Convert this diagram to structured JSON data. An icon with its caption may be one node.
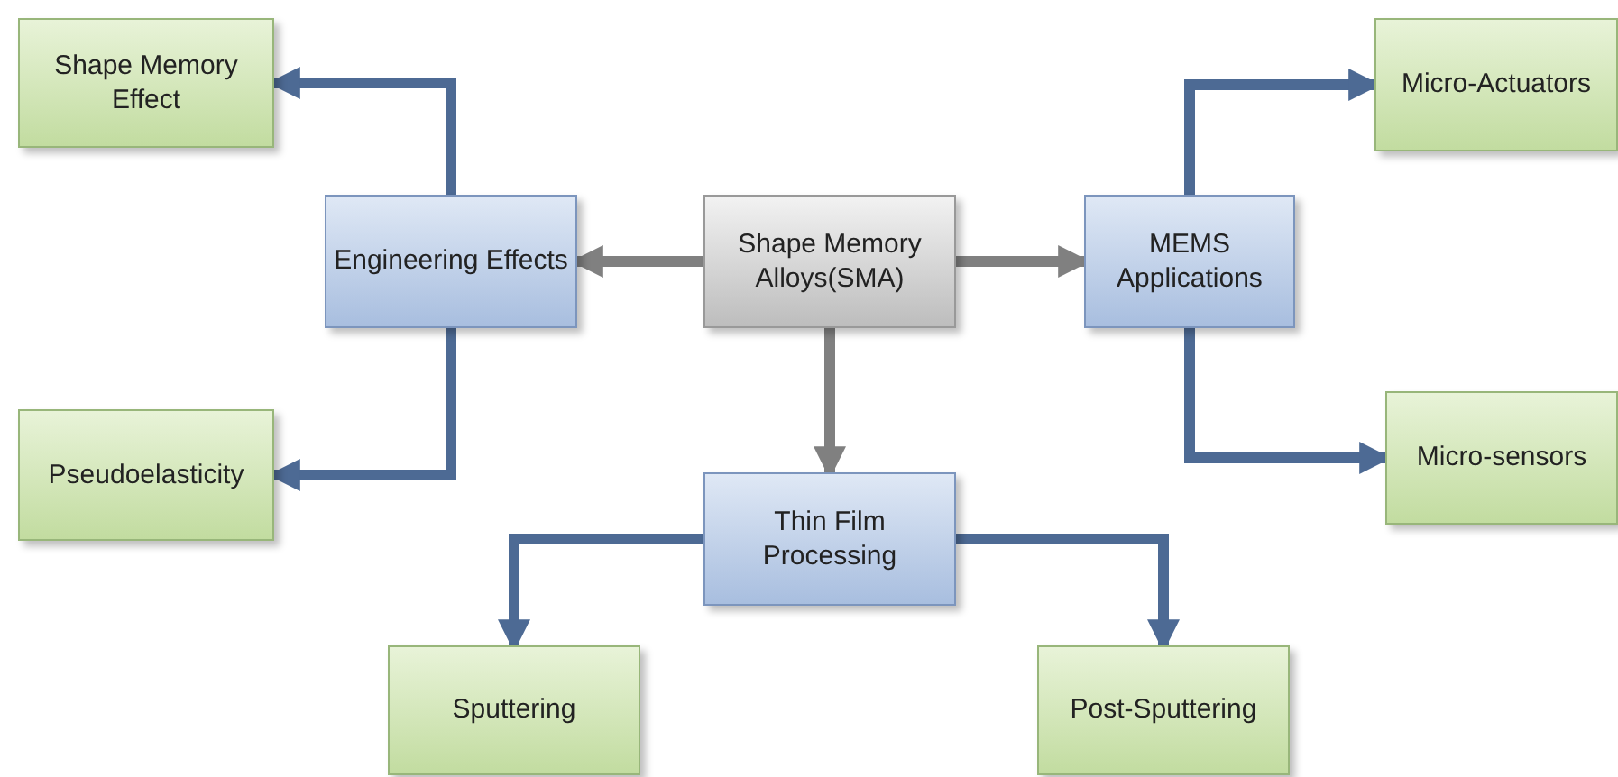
{
  "diagram": {
    "nodes": [
      {
        "text": [
          "Shape Memory Effect"
        ]
      },
      {
        "text": [
          "Engineering Effects"
        ]
      },
      {
        "text": [
          "Shape Memory Alloys(SMA)"
        ]
      },
      {
        "text": [
          "MEMS Applications"
        ]
      },
      {
        "text": [
          "Micro-Actuators"
        ]
      },
      {
        "text": [
          "Pseudoelasticity"
        ]
      },
      {
        "text": [
          "Micro-sensors"
        ]
      },
      {
        "text": [
          "Thin Film Processing"
        ]
      },
      {
        "text": [
          "Sputtering"
        ]
      },
      {
        "text": [
          "Post-Sputtering"
        ]
      }
    ],
    "edges": [
      {
        "from": 2,
        "to": 1,
        "arrow": "to",
        "color": "#808080"
      },
      {
        "from": 2,
        "to": 3,
        "arrow": "to",
        "color": "#808080"
      },
      {
        "from": 2,
        "to": 7,
        "arrow": "to",
        "color": "#808080"
      },
      {
        "from": 1,
        "to": 0,
        "arrow": "to"
      },
      {
        "from": 1,
        "to": 5,
        "arrow": "to"
      },
      {
        "from": 3,
        "to": 4,
        "arrow": "to"
      },
      {
        "from": 3,
        "to": 6,
        "arrow": "to"
      },
      {
        "from": 7,
        "to": 8,
        "arrow": "to"
      },
      {
        "from": 7,
        "to": 9,
        "arrow": "to"
      }
    ]
  }
}
